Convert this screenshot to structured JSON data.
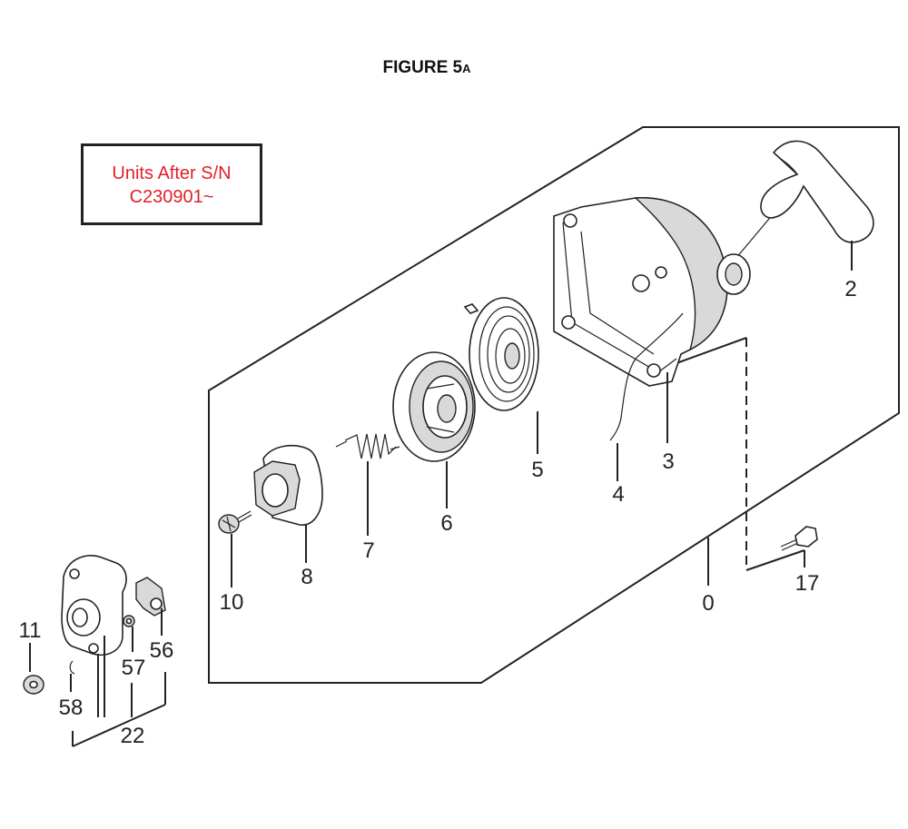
{
  "figure": {
    "title_main": "FIGURE 5",
    "title_suffix": "A"
  },
  "note": {
    "line1": "Units After S/N",
    "line2": "C230901~"
  },
  "callouts": {
    "c0": "0",
    "c2": "2",
    "c3": "3",
    "c4": "4",
    "c5": "5",
    "c6": "6",
    "c7": "7",
    "c8": "8",
    "c10": "10",
    "c11": "11",
    "c17": "17",
    "c22": "22",
    "c56": "56",
    "c57": "57",
    "c58": "58"
  },
  "colors": {
    "note_text": "#e0202a",
    "line": "#222222"
  }
}
